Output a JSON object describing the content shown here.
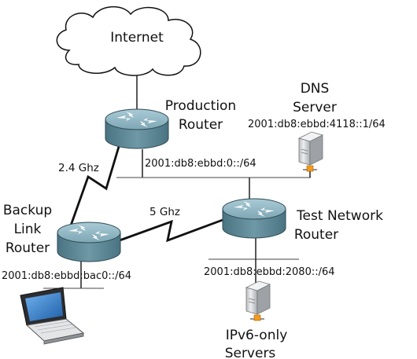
{
  "cloud": {
    "label": "Internet"
  },
  "routers": {
    "production": {
      "line1": "Production",
      "line2": "Router"
    },
    "backup": {
      "line1": "Backup",
      "line2": "Link",
      "line3": "Router"
    },
    "test": {
      "line1": "Test Network",
      "line2": "Router"
    }
  },
  "dns_server": {
    "line1": "DNS",
    "line2": "Server",
    "address": "2001:db8:ebbd:4118::1/64"
  },
  "ipv6_servers": {
    "line1": "IPv6-only",
    "line2": "Servers"
  },
  "links": {
    "prod_backup": "2.4 Ghz",
    "backup_test": "5 Ghz"
  },
  "networks": {
    "production": "2001:db8:ebbd:0::/64",
    "backup": "2001:db8:ebbd:bac0::/64",
    "test": "2001:db8:ebbd:2080::/64"
  },
  "colors": {
    "router_body": "#5e8795",
    "router_top": "#8db4c2",
    "wire": "#111111",
    "lan_line": "#555555",
    "server_body": "#d4d6d8",
    "server_led": "#f59a1b",
    "laptop_screen": "#2f79c8"
  }
}
